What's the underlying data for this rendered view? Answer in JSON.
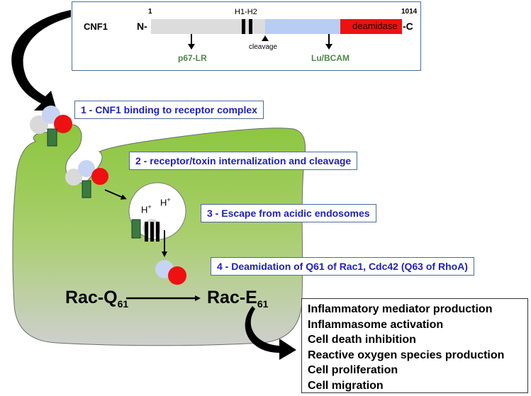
{
  "colors": {
    "cell_top": "#8cc63e",
    "cell_bottom": "#cfcfcf",
    "toxin_grey": "#d9d9d9",
    "toxin_blue": "#c7d3f2",
    "toxin_red": "#ee1111",
    "receptor_green": "#3a7a42",
    "domain_grey": "#dcdcdc",
    "domain_blue": "#b8cdf2",
    "domain_red": "#ee1111",
    "receptor_label_green": "#4a8a46",
    "step_text_blue": "#2020c0"
  },
  "domain_map": {
    "protein_name": "CNF1",
    "n_terminus": "N-",
    "c_terminus": "-C",
    "start_residue": "1",
    "end_residue": "1014",
    "hinge_label": "H1-H2",
    "domain_label": "deamidase",
    "cleavage_label": "cleavage",
    "receptor_n": "p67-LR",
    "receptor_c": "Lu/BCAM"
  },
  "steps": [
    "1 - CNF1 binding to receptor complex",
    "2 - receptor/toxin internalization and cleavage",
    "3 - Escape from acidic endosomes",
    "4 - Deamidation of Q61 of Rac1, Cdc42 (Q63 of RhoA)"
  ],
  "endosome": {
    "proton_1": "H",
    "proton_2": "H",
    "charge": "+"
  },
  "reaction": {
    "substrate": "Rac-Q",
    "substrate_sub": "61",
    "product": "Rac-E",
    "product_sub": "61"
  },
  "effects": [
    "Inflammatory mediator production",
    "Inflammasome activation",
    "Cell death inhibition",
    "Reactive oxygen species production",
    "Cell proliferation",
    "Cell migration"
  ]
}
